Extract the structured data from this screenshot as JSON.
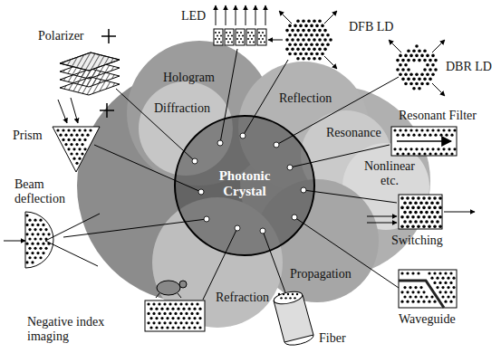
{
  "diagram": {
    "nodes": [
      {
        "text": [
          "Hologram"
        ]
      },
      {
        "text": [
          "Diffraction"
        ]
      },
      {
        "text": [
          "Reflection"
        ]
      },
      {
        "text": [
          "Resonance"
        ]
      },
      {
        "text": [
          "Nonlinear etc."
        ]
      },
      {
        "text": [
          "Photonic Crystal"
        ]
      },
      {
        "text": [
          "Propagation"
        ]
      },
      {
        "text": [
          "Refraction"
        ]
      }
    ],
    "labels": [
      "LED",
      "DFB LD",
      "DBR LD",
      "Polarizer",
      "Resonant Filter",
      "Prism",
      "Beam deflection",
      "Switching",
      "Waveguide",
      "Negative index imaging",
      "Fiber"
    ]
  }
}
